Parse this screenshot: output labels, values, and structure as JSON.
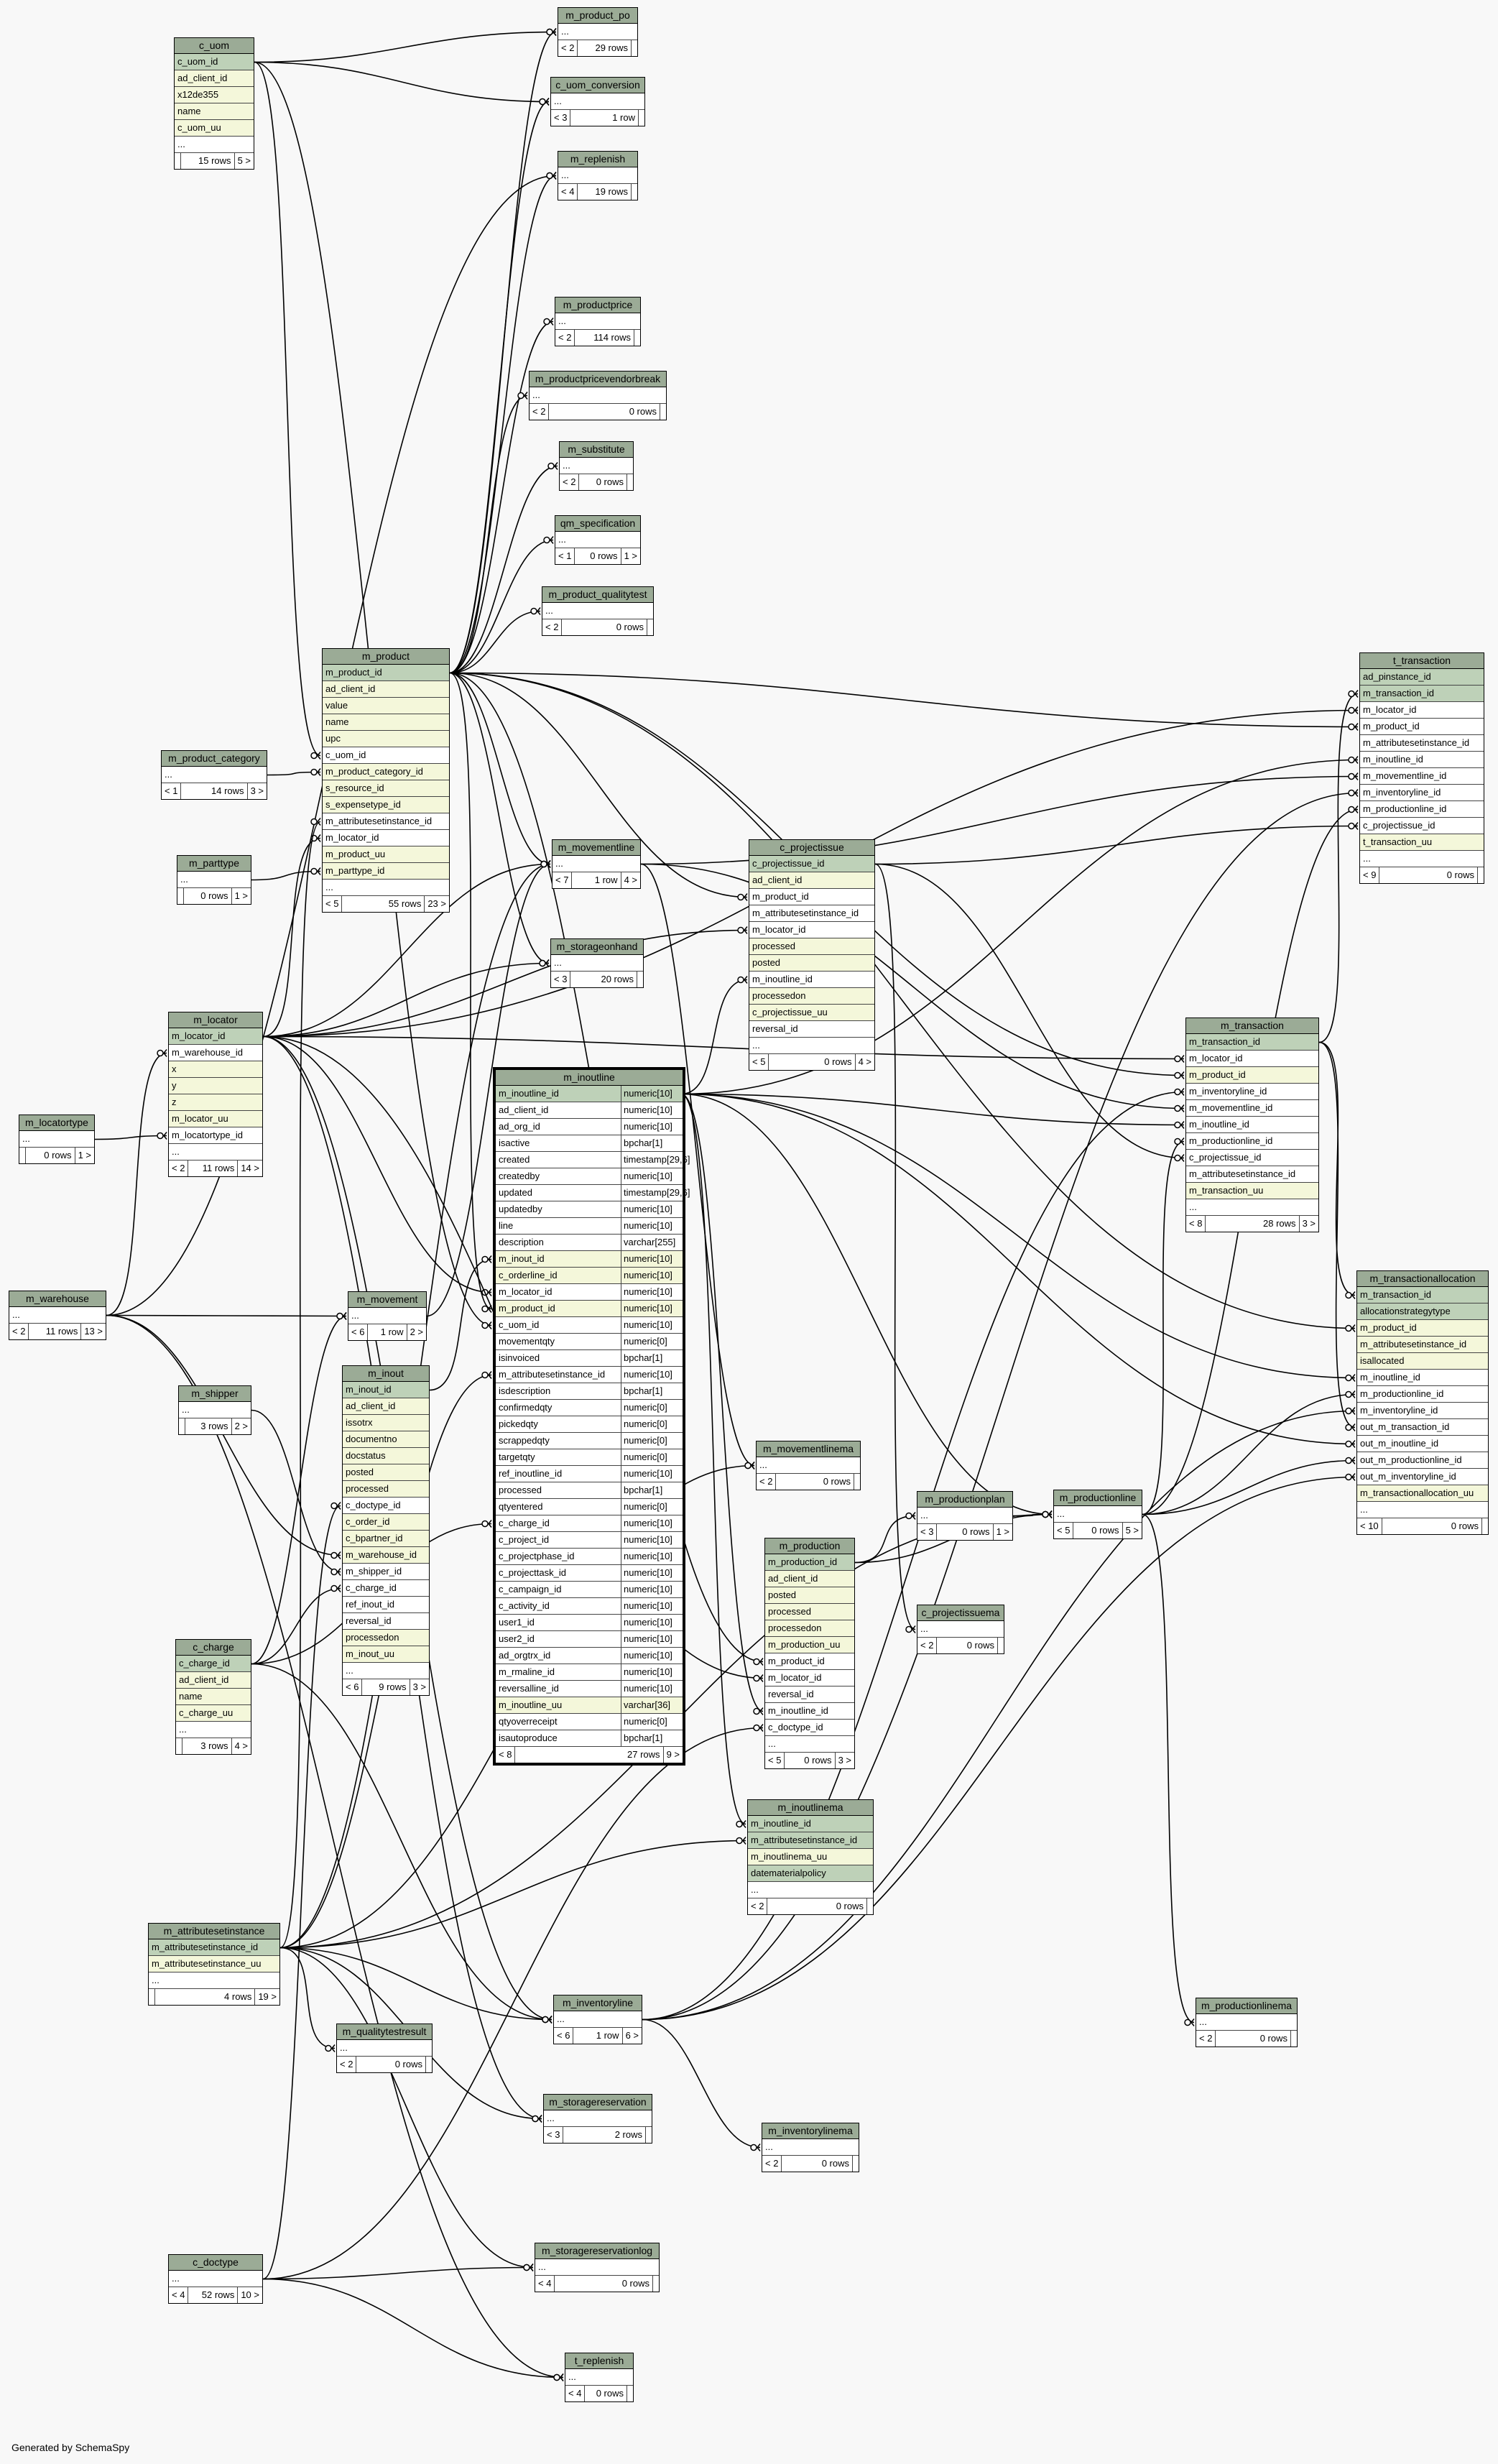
{
  "footer": "Generated by SchemaSpy",
  "colors": {
    "header": "#9bab96",
    "pk": "#bed1b8",
    "fk": "#f4f7da",
    "background": "#f8f8f8"
  },
  "tables": [
    {
      "id": "c_uom",
      "cols": [
        {
          "n": "c_uom_id",
          "k": "pk"
        },
        {
          "n": "ad_client_id",
          "k": "fk"
        },
        {
          "n": "x12de355",
          "k": "fk"
        },
        {
          "n": "name",
          "k": "fk"
        },
        {
          "n": "c_uom_uu",
          "k": "fk"
        },
        {
          "n": "..."
        }
      ],
      "foot": [
        "",
        "15 rows",
        "5 >"
      ]
    },
    {
      "id": "m_product_po",
      "cols": [
        {
          "n": "..."
        }
      ],
      "foot": [
        "< 2",
        "29 rows",
        ""
      ]
    },
    {
      "id": "c_uom_conversion",
      "cols": [
        {
          "n": "..."
        }
      ],
      "foot": [
        "< 3",
        "1 row",
        ""
      ]
    },
    {
      "id": "m_replenish",
      "cols": [
        {
          "n": "..."
        }
      ],
      "foot": [
        "< 4",
        "19 rows",
        ""
      ]
    },
    {
      "id": "m_productprice",
      "cols": [
        {
          "n": "..."
        }
      ],
      "foot": [
        "< 2",
        "114 rows",
        ""
      ]
    },
    {
      "id": "m_productpricevendorbreak",
      "cols": [
        {
          "n": "..."
        }
      ],
      "foot": [
        "< 2",
        "0 rows",
        ""
      ]
    },
    {
      "id": "m_substitute",
      "cols": [
        {
          "n": "..."
        }
      ],
      "foot": [
        "< 2",
        "0 rows",
        ""
      ]
    },
    {
      "id": "qm_specification",
      "cols": [
        {
          "n": "..."
        }
      ],
      "foot": [
        "< 1",
        "0 rows",
        "1 >"
      ]
    },
    {
      "id": "m_product_qualitytest",
      "cols": [
        {
          "n": "..."
        }
      ],
      "foot": [
        "< 2",
        "0 rows",
        ""
      ]
    },
    {
      "id": "m_product",
      "cols": [
        {
          "n": "m_product_id",
          "k": "pk"
        },
        {
          "n": "ad_client_id",
          "k": "fk"
        },
        {
          "n": "value",
          "k": "fk"
        },
        {
          "n": "name",
          "k": "fk"
        },
        {
          "n": "upc",
          "k": "fk"
        },
        {
          "n": "c_uom_id"
        },
        {
          "n": "m_product_category_id",
          "k": "fk"
        },
        {
          "n": "s_resource_id",
          "k": "fk"
        },
        {
          "n": "s_expensetype_id",
          "k": "fk"
        },
        {
          "n": "m_attributesetinstance_id"
        },
        {
          "n": "m_locator_id"
        },
        {
          "n": "m_product_uu",
          "k": "fk"
        },
        {
          "n": "m_parttype_id",
          "k": "fk"
        },
        {
          "n": "..."
        }
      ],
      "foot": [
        "< 5",
        "55 rows",
        "23 >"
      ]
    },
    {
      "id": "m_product_category",
      "cols": [
        {
          "n": "..."
        }
      ],
      "foot": [
        "< 1",
        "14 rows",
        "3 >"
      ]
    },
    {
      "id": "m_parttype",
      "cols": [
        {
          "n": "..."
        }
      ],
      "foot": [
        "",
        "0 rows",
        "1 >"
      ]
    },
    {
      "id": "m_movementline",
      "cols": [
        {
          "n": "..."
        }
      ],
      "foot": [
        "< 7",
        "1 row",
        "4 >"
      ]
    },
    {
      "id": "m_storageonhand",
      "cols": [
        {
          "n": "..."
        }
      ],
      "foot": [
        "< 3",
        "20 rows",
        ""
      ]
    },
    {
      "id": "c_projectissue",
      "cols": [
        {
          "n": "c_projectissue_id",
          "k": "pk"
        },
        {
          "n": "ad_client_id",
          "k": "fk"
        },
        {
          "n": "m_product_id"
        },
        {
          "n": "m_attributesetinstance_id"
        },
        {
          "n": "m_locator_id"
        },
        {
          "n": "processed",
          "k": "fk"
        },
        {
          "n": "posted",
          "k": "fk"
        },
        {
          "n": "m_inoutline_id"
        },
        {
          "n": "processedon",
          "k": "fk"
        },
        {
          "n": "c_projectissue_uu",
          "k": "fk"
        },
        {
          "n": "reversal_id"
        },
        {
          "n": "..."
        }
      ],
      "foot": [
        "< 5",
        "0 rows",
        "4 >"
      ]
    },
    {
      "id": "t_transaction",
      "cols": [
        {
          "n": "ad_pinstance_id",
          "k": "pk"
        },
        {
          "n": "m_transaction_id",
          "k": "pk"
        },
        {
          "n": "m_locator_id"
        },
        {
          "n": "m_product_id"
        },
        {
          "n": "m_attributesetinstance_id"
        },
        {
          "n": "m_inoutline_id"
        },
        {
          "n": "m_movementline_id"
        },
        {
          "n": "m_inventoryline_id"
        },
        {
          "n": "m_productionline_id"
        },
        {
          "n": "c_projectissue_id"
        },
        {
          "n": "t_transaction_uu",
          "k": "fk"
        },
        {
          "n": "..."
        }
      ],
      "foot": [
        "< 9",
        "0 rows",
        ""
      ]
    },
    {
      "id": "m_locator",
      "cols": [
        {
          "n": "m_locator_id",
          "k": "pk"
        },
        {
          "n": "m_warehouse_id"
        },
        {
          "n": "x",
          "k": "fk"
        },
        {
          "n": "y",
          "k": "fk"
        },
        {
          "n": "z",
          "k": "fk"
        },
        {
          "n": "m_locator_uu",
          "k": "fk"
        },
        {
          "n": "m_locatortype_id"
        },
        {
          "n": "..."
        }
      ],
      "foot": [
        "< 2",
        "11 rows",
        "14 >"
      ]
    },
    {
      "id": "m_locatortype",
      "cols": [
        {
          "n": "..."
        }
      ],
      "foot": [
        "",
        "0 rows",
        "1 >"
      ]
    },
    {
      "id": "m_transaction",
      "cols": [
        {
          "n": "m_transaction_id",
          "k": "pk"
        },
        {
          "n": "m_locator_id"
        },
        {
          "n": "m_product_id",
          "k": "fk"
        },
        {
          "n": "m_inventoryline_id"
        },
        {
          "n": "m_movementline_id"
        },
        {
          "n": "m_inoutline_id"
        },
        {
          "n": "m_productionline_id"
        },
        {
          "n": "c_projectissue_id"
        },
        {
          "n": "m_attributesetinstance_id"
        },
        {
          "n": "m_transaction_uu",
          "k": "fk"
        },
        {
          "n": "..."
        }
      ],
      "foot": [
        "< 8",
        "28 rows",
        "3 >"
      ]
    },
    {
      "id": "m_warehouse",
      "cols": [
        {
          "n": "..."
        }
      ],
      "foot": [
        "< 2",
        "11 rows",
        "13 >"
      ]
    },
    {
      "id": "m_movement",
      "cols": [
        {
          "n": "..."
        }
      ],
      "foot": [
        "< 6",
        "1 row",
        "2 >"
      ]
    },
    {
      "id": "m_inoutline",
      "main": true,
      "cols": [
        {
          "n": "m_inoutline_id",
          "t": "numeric[10]",
          "k": "pk"
        },
        {
          "n": "ad_client_id",
          "t": "numeric[10]"
        },
        {
          "n": "ad_org_id",
          "t": "numeric[10]"
        },
        {
          "n": "isactive",
          "t": "bpchar[1]"
        },
        {
          "n": "created",
          "t": "timestamp[29,6]"
        },
        {
          "n": "createdby",
          "t": "numeric[10]"
        },
        {
          "n": "updated",
          "t": "timestamp[29,6]"
        },
        {
          "n": "updatedby",
          "t": "numeric[10]"
        },
        {
          "n": "line",
          "t": "numeric[10]"
        },
        {
          "n": "description",
          "t": "varchar[255]"
        },
        {
          "n": "m_inout_id",
          "t": "numeric[10]",
          "k": "fk"
        },
        {
          "n": "c_orderline_id",
          "t": "numeric[10]",
          "k": "fk"
        },
        {
          "n": "m_locator_id",
          "t": "numeric[10]"
        },
        {
          "n": "m_product_id",
          "t": "numeric[10]",
          "k": "fk"
        },
        {
          "n": "c_uom_id",
          "t": "numeric[10]"
        },
        {
          "n": "movementqty",
          "t": "numeric[0]"
        },
        {
          "n": "isinvoiced",
          "t": "bpchar[1]"
        },
        {
          "n": "m_attributesetinstance_id",
          "t": "numeric[10]"
        },
        {
          "n": "isdescription",
          "t": "bpchar[1]"
        },
        {
          "n": "confirmedqty",
          "t": "numeric[0]"
        },
        {
          "n": "pickedqty",
          "t": "numeric[0]"
        },
        {
          "n": "scrappedqty",
          "t": "numeric[0]"
        },
        {
          "n": "targetqty",
          "t": "numeric[0]"
        },
        {
          "n": "ref_inoutline_id",
          "t": "numeric[10]"
        },
        {
          "n": "processed",
          "t": "bpchar[1]"
        },
        {
          "n": "qtyentered",
          "t": "numeric[0]"
        },
        {
          "n": "c_charge_id",
          "t": "numeric[10]"
        },
        {
          "n": "c_project_id",
          "t": "numeric[10]"
        },
        {
          "n": "c_projectphase_id",
          "t": "numeric[10]"
        },
        {
          "n": "c_projecttask_id",
          "t": "numeric[10]"
        },
        {
          "n": "c_campaign_id",
          "t": "numeric[10]"
        },
        {
          "n": "c_activity_id",
          "t": "numeric[10]"
        },
        {
          "n": "user1_id",
          "t": "numeric[10]"
        },
        {
          "n": "user2_id",
          "t": "numeric[10]"
        },
        {
          "n": "ad_orgtrx_id",
          "t": "numeric[10]"
        },
        {
          "n": "m_rmaline_id",
          "t": "numeric[10]"
        },
        {
          "n": "reversalline_id",
          "t": "numeric[10]"
        },
        {
          "n": "m_inoutline_uu",
          "t": "varchar[36]",
          "k": "fk"
        },
        {
          "n": "qtyoverreceipt",
          "t": "numeric[0]"
        },
        {
          "n": "isautoproduce",
          "t": "bpchar[1]"
        }
      ],
      "foot": [
        "< 8",
        "27 rows",
        "9 >"
      ]
    },
    {
      "id": "m_inout",
      "cols": [
        {
          "n": "m_inout_id",
          "k": "pk"
        },
        {
          "n": "ad_client_id",
          "k": "fk"
        },
        {
          "n": "issotrx",
          "k": "fk"
        },
        {
          "n": "documentno",
          "k": "fk"
        },
        {
          "n": "docstatus",
          "k": "fk"
        },
        {
          "n": "posted",
          "k": "fk"
        },
        {
          "n": "processed",
          "k": "fk"
        },
        {
          "n": "c_doctype_id"
        },
        {
          "n": "c_order_id",
          "k": "fk"
        },
        {
          "n": "c_bpartner_id",
          "k": "fk"
        },
        {
          "n": "m_warehouse_id",
          "k": "fk"
        },
        {
          "n": "m_shipper_id"
        },
        {
          "n": "c_charge_id"
        },
        {
          "n": "ref_inout_id"
        },
        {
          "n": "reversal_id"
        },
        {
          "n": "processedon",
          "k": "fk"
        },
        {
          "n": "m_inout_uu",
          "k": "fk"
        },
        {
          "n": "..."
        }
      ],
      "foot": [
        "< 6",
        "9 rows",
        "3 >"
      ]
    },
    {
      "id": "m_shipper",
      "cols": [
        {
          "n": "..."
        }
      ],
      "foot": [
        "",
        "3 rows",
        "2 >"
      ]
    },
    {
      "id": "m_transactionallocation",
      "cols": [
        {
          "n": "m_transaction_id",
          "k": "pk"
        },
        {
          "n": "allocationstrategytype",
          "k": "pk"
        },
        {
          "n": "m_product_id",
          "k": "fk"
        },
        {
          "n": "m_attributesetinstance_id",
          "k": "fk"
        },
        {
          "n": "isallocated",
          "k": "fk"
        },
        {
          "n": "m_inoutline_id"
        },
        {
          "n": "m_productionline_id"
        },
        {
          "n": "m_inventoryline_id"
        },
        {
          "n": "out_m_transaction_id"
        },
        {
          "n": "out_m_inoutline_id"
        },
        {
          "n": "out_m_productionline_id"
        },
        {
          "n": "out_m_inventoryline_id"
        },
        {
          "n": "m_transactionallocation_uu",
          "k": "fk"
        },
        {
          "n": "..."
        }
      ],
      "foot": [
        "< 10",
        "0 rows",
        ""
      ]
    },
    {
      "id": "m_movementlinema",
      "cols": [
        {
          "n": "..."
        }
      ],
      "foot": [
        "< 2",
        "0 rows",
        ""
      ]
    },
    {
      "id": "m_productionplan",
      "cols": [
        {
          "n": "..."
        }
      ],
      "foot": [
        "< 3",
        "0 rows",
        "1 >"
      ]
    },
    {
      "id": "m_productionline",
      "cols": [
        {
          "n": "..."
        }
      ],
      "foot": [
        "< 5",
        "0 rows",
        "5 >"
      ]
    },
    {
      "id": "m_production",
      "cols": [
        {
          "n": "m_production_id",
          "k": "pk"
        },
        {
          "n": "ad_client_id",
          "k": "fk"
        },
        {
          "n": "posted",
          "k": "fk"
        },
        {
          "n": "processed",
          "k": "fk"
        },
        {
          "n": "processedon",
          "k": "fk"
        },
        {
          "n": "m_production_uu",
          "k": "fk"
        },
        {
          "n": "m_product_id"
        },
        {
          "n": "m_locator_id"
        },
        {
          "n": "reversal_id"
        },
        {
          "n": "m_inoutline_id"
        },
        {
          "n": "c_doctype_id"
        },
        {
          "n": "..."
        }
      ],
      "foot": [
        "< 5",
        "0 rows",
        "3 >"
      ]
    },
    {
      "id": "c_charge",
      "cols": [
        {
          "n": "c_charge_id",
          "k": "pk"
        },
        {
          "n": "ad_client_id",
          "k": "fk"
        },
        {
          "n": "name",
          "k": "fk"
        },
        {
          "n": "c_charge_uu",
          "k": "fk"
        },
        {
          "n": "..."
        }
      ],
      "foot": [
        "",
        "3 rows",
        "4 >"
      ]
    },
    {
      "id": "c_projectissuema",
      "cols": [
        {
          "n": "..."
        }
      ],
      "foot": [
        "< 2",
        "0 rows",
        ""
      ]
    },
    {
      "id": "m_inoutlinema",
      "cols": [
        {
          "n": "m_inoutline_id",
          "k": "pk"
        },
        {
          "n": "m_attributesetinstance_id",
          "k": "pk"
        },
        {
          "n": "m_inoutlinema_uu",
          "k": "fk"
        },
        {
          "n": "datematerialpolicy",
          "k": "pk"
        },
        {
          "n": "..."
        }
      ],
      "foot": [
        "< 2",
        "0 rows",
        ""
      ]
    },
    {
      "id": "m_attributesetinstance",
      "cols": [
        {
          "n": "m_attributesetinstance_id",
          "k": "pk"
        },
        {
          "n": "m_attributesetinstance_uu",
          "k": "fk"
        },
        {
          "n": "..."
        }
      ],
      "foot": [
        "",
        "4 rows",
        "19 >"
      ]
    },
    {
      "id": "m_inventoryline",
      "cols": [
        {
          "n": "..."
        }
      ],
      "foot": [
        "< 6",
        "1 row",
        "6 >"
      ]
    },
    {
      "id": "m_qualitytestresult",
      "cols": [
        {
          "n": "..."
        }
      ],
      "foot": [
        "< 2",
        "0 rows",
        ""
      ]
    },
    {
      "id": "m_productionlinema",
      "cols": [
        {
          "n": "..."
        }
      ],
      "foot": [
        "< 2",
        "0 rows",
        ""
      ]
    },
    {
      "id": "m_storagereservation",
      "cols": [
        {
          "n": "..."
        }
      ],
      "foot": [
        "< 3",
        "2 rows",
        ""
      ]
    },
    {
      "id": "m_inventorylinema",
      "cols": [
        {
          "n": "..."
        }
      ],
      "foot": [
        "< 2",
        "0 rows",
        ""
      ]
    },
    {
      "id": "c_doctype",
      "cols": [
        {
          "n": "..."
        }
      ],
      "foot": [
        "< 4",
        "52 rows",
        "10 >"
      ]
    },
    {
      "id": "m_storagereservationlog",
      "cols": [
        {
          "n": "..."
        }
      ],
      "foot": [
        "< 4",
        "0 rows",
        ""
      ]
    },
    {
      "id": "t_replenish",
      "cols": [
        {
          "n": "..."
        }
      ],
      "foot": [
        "< 4",
        "0 rows",
        ""
      ]
    }
  ]
}
